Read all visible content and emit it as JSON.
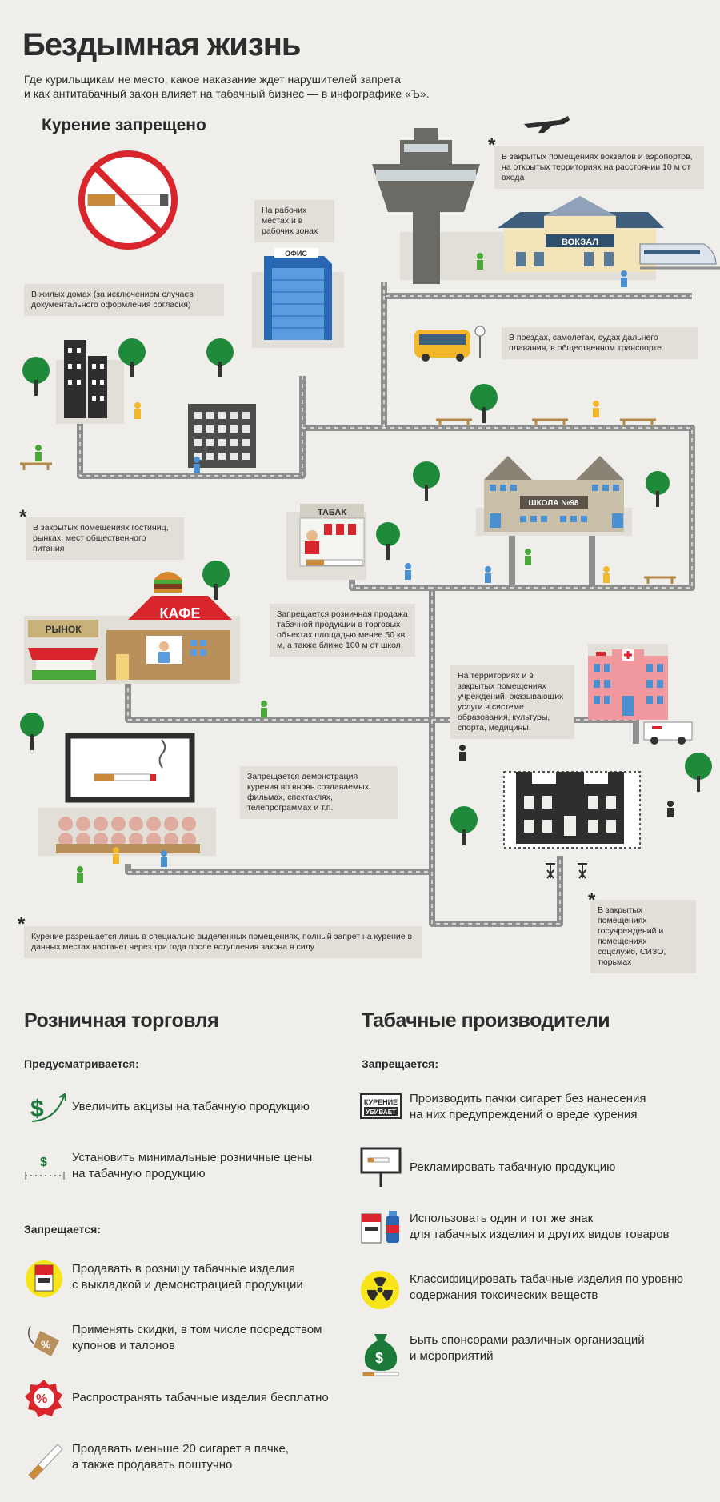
{
  "header": {
    "title": "Бездымная жизнь",
    "subtitle_line1": "Где курильщикам не место, какое наказание ждет нарушителей запрета",
    "subtitle_line2": "и как антитабачный закон влияет на табачный бизнес — в инфографике «Ъ»."
  },
  "map": {
    "heading": "Курение запрещено",
    "notes": {
      "stations": "В закрытых помещениях вокзалов и аэропортов, на открытых территориях на расстоянии 10 м от входа",
      "workplaces": "На рабочих местах и в рабочих зонах",
      "homes": "В жилых домах (за исключением случаев документального оформления согласия)",
      "transport": "В поездах, самолетах, судах дальнего плавания, в общественном транспорте",
      "hotels": "В закрытых помещениях гостиниц, рынках, мест общественного питания",
      "retail": "Запрещается розничная продажа табачной продукции в торговых объектах площадью менее 50 кв. м, а также ближе 100 м от школ",
      "institutions": "На территориях и в закрытых помещениях учреждений, оказывающих услуги в системе образования, культуры, спорта, медицины",
      "films": "Запрещается демонстрация курения во вновь создаваемых фильмах, спектаклях, телепрограммах и т.п.",
      "government": "В закрытых помещениях госучреждений и помещениях соцслужб, СИЗО, тюрьмах",
      "footnote": "Курение разрешается лишь в специально выделенных помещениях, полный запрет на курение в данных местах настанет через три года после вступления закона в силу"
    },
    "star": "*",
    "signs": {
      "office": "ОФИС",
      "station": "ВОКЗАЛ",
      "tobacco": "ТАБАК",
      "school": "ШКОЛА №98",
      "market": "РЫНОК",
      "cafe": "КАФЕ"
    }
  },
  "retail": {
    "heading": "Розничная торговля",
    "provides_label": "Предусматривается:",
    "provides": [
      {
        "icon": "dollar-up-icon",
        "line1": "Увеличить акцизы на табачную продукцию",
        "line2": ""
      },
      {
        "icon": "dollar-scale-icon",
        "line1": "Установить минимальные розничные цены",
        "line2": "на табачную продукцию"
      }
    ],
    "forbidden_label": "Запрещается:",
    "forbidden": [
      {
        "icon": "cigarette-pack-display-icon",
        "line1": "Продавать в розницу табачные изделия",
        "line2": "с выкладкой и демонстрацией продукции"
      },
      {
        "icon": "discount-tag-icon",
        "line1": "Применять скидки, в том числе посредством",
        "line2": "купонов и талонов"
      },
      {
        "icon": "free-badge-icon",
        "line1": "Распространять табачные изделия бесплатно",
        "line2": ""
      },
      {
        "icon": "cigarette-icon",
        "line1": "Продавать меньше 20 сигарет в пачке,",
        "line2": "а также продавать поштучно"
      }
    ]
  },
  "producers": {
    "heading": "Табачные производители",
    "forbidden_label": "Запрещается:",
    "warning_label_top": "КУРЕНИЕ",
    "warning_label_bottom": "УБИВАЕТ",
    "items": [
      {
        "icon": "warning-label-icon",
        "line1": "Производить пачки сигарет без нанесения",
        "line2": "на них предупреждений о вреде курения"
      },
      {
        "icon": "billboard-icon",
        "line1": "Рекламировать табачную продукцию",
        "line2": ""
      },
      {
        "icon": "same-brand-icon",
        "line1": "Использовать один и тот же знак",
        "line2": "для табачных изделия и других видов товаров"
      },
      {
        "icon": "radiation-icon",
        "line1": "Классифицировать табачные изделия по уровню",
        "line2": "содержания токсических веществ"
      },
      {
        "icon": "money-bag-icon",
        "line1": "Быть спонсорами различных организаций",
        "line2": "и мероприятий"
      }
    ]
  },
  "colors": {
    "background": "#efeeea",
    "note_bg": "#e2dfd8",
    "road": "#8f8f8f",
    "tree": "#1e8a3a",
    "accent_red": "#d8262c",
    "dollar_green": "#1b7a3a"
  }
}
